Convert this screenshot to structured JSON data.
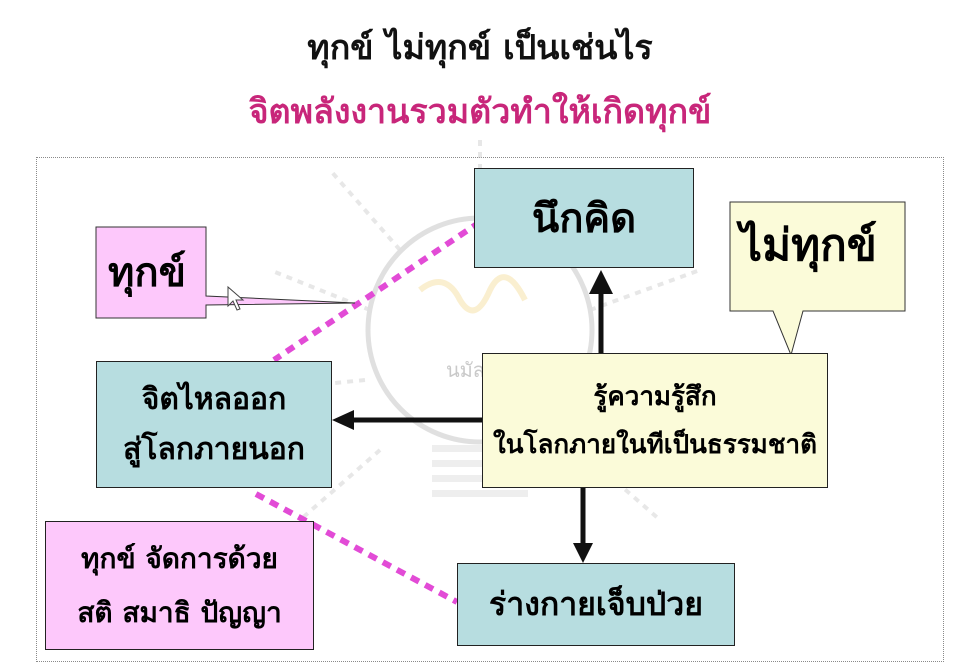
{
  "header": {
    "title": "ทุกข์ ไม่ทุกข์ เป็นเช่นไร",
    "subtitle": "จิตพลังงานรวมตัวทำให้เกิดทุกข์"
  },
  "diagram": {
    "think": "นึกคิด",
    "no_suffering": "ไม่ทุกข์",
    "suffering": "ทุกข์",
    "mind_outward": {
      "line1": "จิตไหลออก",
      "line2": "สู่โลกภายนอก"
    },
    "awareness": {
      "line1": "รู้ความรู้สึก",
      "line2": "ในโลกภายในทีเป็นธรรมชาติ"
    },
    "body_sick": "ร่างกายเจ็บป่วย",
    "manage": {
      "line1": "ทุกข์ จัดการด้วย",
      "line2": "สติ สมาธิ ปัญญา"
    },
    "watermark": "นมัสการ"
  },
  "colors": {
    "title": "#111111",
    "subtitle": "#c8267a",
    "teal_box": "#b7dde0",
    "pink_box": "#fdc8fb",
    "cream_box": "#fbfbd9",
    "dotted_link": "#e24bd6",
    "arrow": "#111111"
  },
  "icons": [
    "pointer-cursor-icon",
    "lightbulb-watermark-icon"
  ]
}
